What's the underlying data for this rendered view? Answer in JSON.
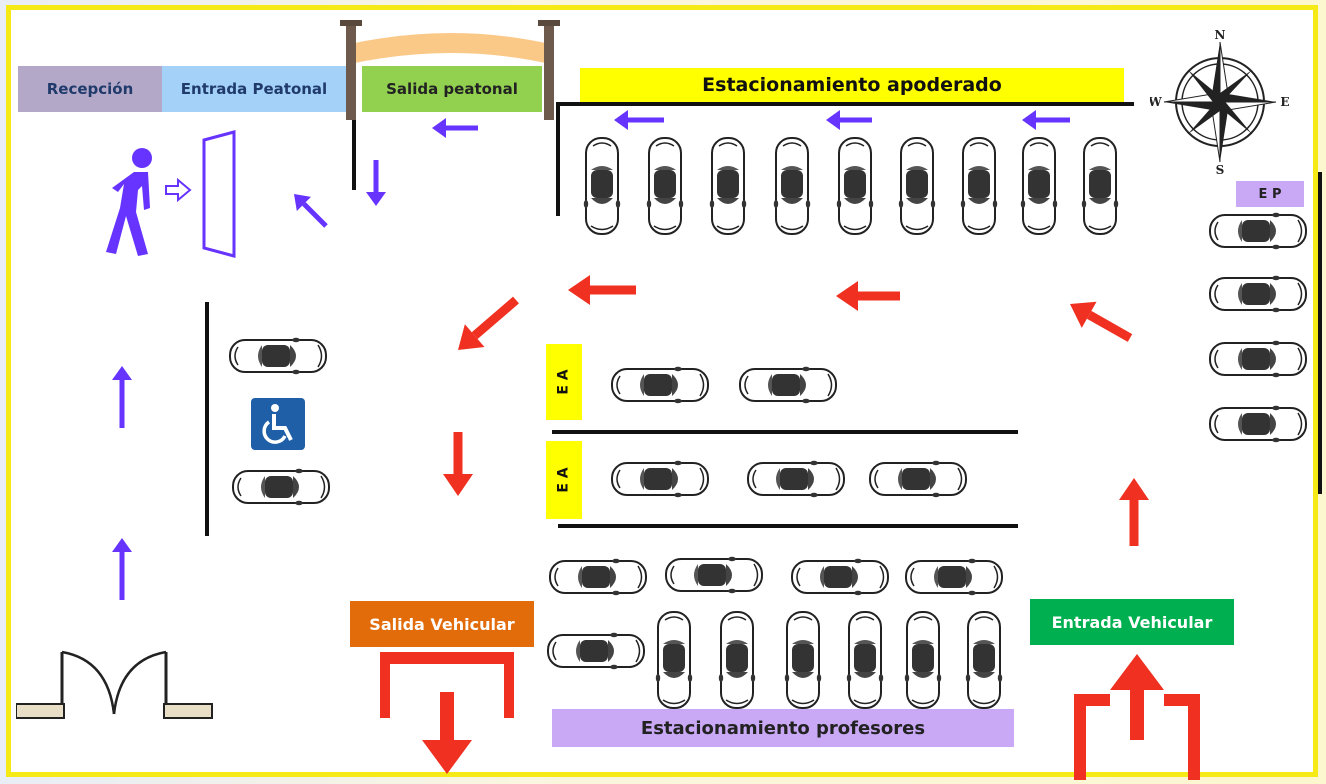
{
  "labels": {
    "recepcion": "Recepción",
    "entrada_peatonal": "Entrada Peatonal",
    "salida_peatonal": "Salida peatonal",
    "estacionamiento_apoderado": "Estacionamiento apoderado",
    "ep": "E P",
    "ea_top": "E A",
    "ea_bottom": "E A",
    "salida_vehicular": "Salida Vehicular",
    "entrada_vehicular": "Entrada Vehicular",
    "estacionamiento_profesores": "Estacionamiento profesores"
  },
  "compass": {
    "n": "N",
    "s": "S",
    "e": "E",
    "w": "W"
  },
  "colors": {
    "recepcion": "#b4a8c8",
    "entrada_peatonal": "#a3d1f7",
    "salida_peatonal": "#92d050",
    "apoderado": "#ffff00",
    "ep": "#c9a8f5",
    "ea": "#ffff00",
    "salida_vehicular": "#e26b0a",
    "entrada_vehicular": "#00b050",
    "profesores": "#c9a8f5",
    "vehicle_arrow": "#f03020",
    "pedestrian_arrow": "#6633ff",
    "accessibility": "#1f5fa8",
    "frame": "#f5ea16"
  }
}
